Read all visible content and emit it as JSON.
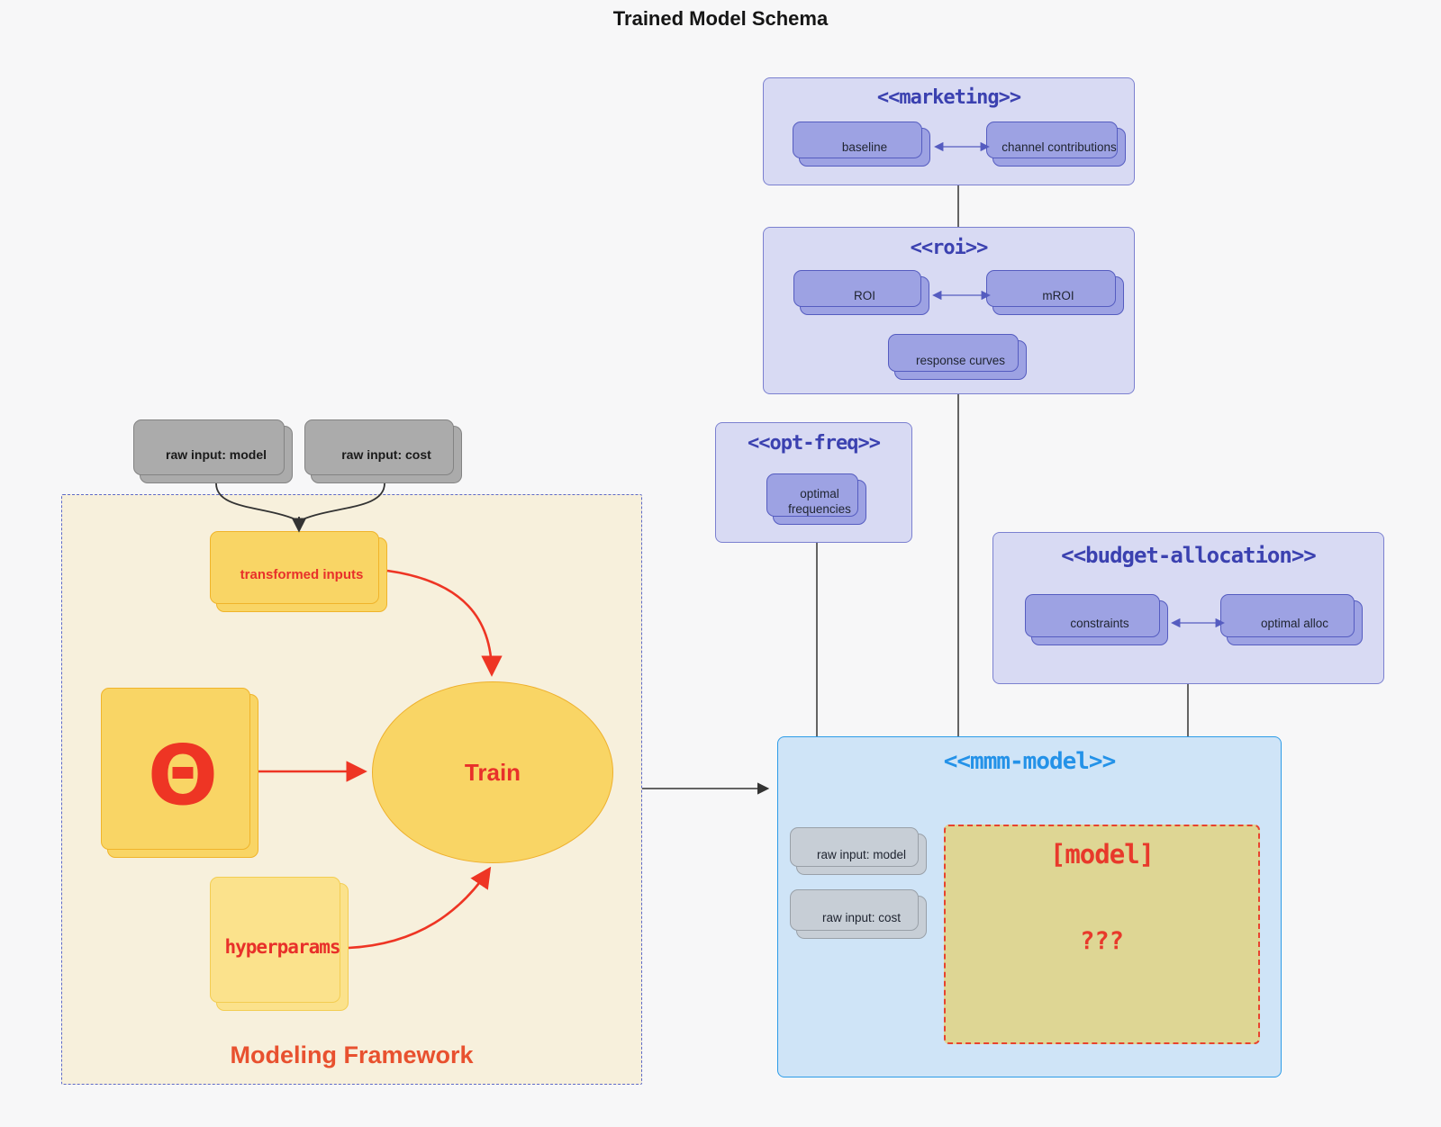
{
  "diagram_title": "Trained Model Schema",
  "external_inputs": {
    "raw_model": "raw input: model",
    "raw_cost": "raw input: cost"
  },
  "framework": {
    "label": "Modeling Framework",
    "transformed_inputs": "transformed inputs",
    "theta": "Θ",
    "train": "Train",
    "hyperparams": "hyperparams"
  },
  "groups": {
    "marketing": {
      "title": "<<marketing>>",
      "baseline": "baseline",
      "channel_contributions": "channel contributions"
    },
    "roi": {
      "title": "<<roi>>",
      "roi": "ROI",
      "mroi": "mROI",
      "response_curves": "response curves"
    },
    "opt_freq": {
      "title": "<<opt-freq>>",
      "optimal_frequencies": "optimal frequencies"
    },
    "budget_allocation": {
      "title": "<<budget-allocation>>",
      "constraints": "constraints",
      "optimal_alloc": "optimal alloc"
    },
    "mmm_model": {
      "title": "<<mmm-model>>",
      "raw_input_model": "raw input: model",
      "raw_input_cost": "raw input: cost",
      "model_label": "[model]",
      "model_placeholder": "???"
    }
  },
  "colors": {
    "background": "#f7f7f8",
    "group_fill": "#d8daf3",
    "group_border": "#7b80d0",
    "group_title": "#3b41b0",
    "node_fill": "#9da2e3",
    "node_border": "#555cc0",
    "mmm_fill": "#cfe4f7",
    "mmm_border": "#2d9ce8",
    "mmm_title": "#2492e8",
    "framework_fill": "#f7f0dc",
    "framework_border": "#5e6ac9",
    "framework_label": "#e8512f",
    "yellow_fill": "#f9d565",
    "yellow_border": "#f0b42a",
    "light_yellow_fill": "#fbe28c",
    "model_box_fill": "#ded694",
    "model_box_border": "#e8432e",
    "red_accent": "#ee3524",
    "gray_node_fill": "#ababab",
    "grayblue_node_fill": "#c7ced6",
    "edge_black": "#333333",
    "edge_purple": "#555cc0"
  }
}
